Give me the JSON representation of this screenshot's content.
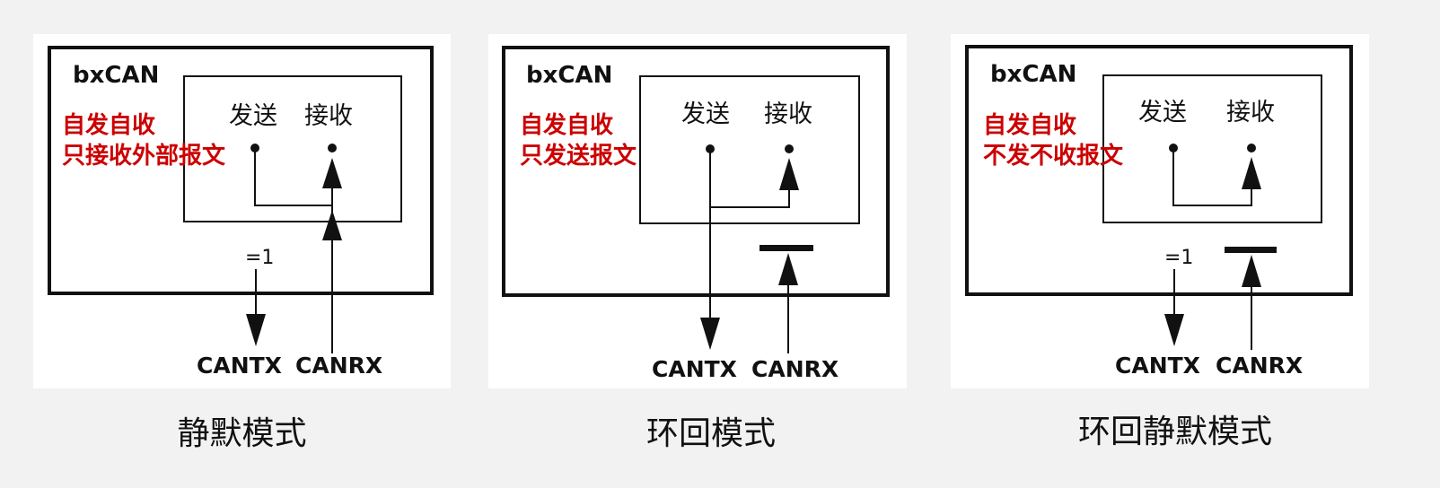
{
  "panels": [
    {
      "title": "bxCAN",
      "note_line1": "自发自收",
      "note_line2": "只接收外部报文",
      "send_label": "发送",
      "recv_label": "接收",
      "gate_label": "=1",
      "tx_label": "CANTX",
      "rx_label": "CANRX",
      "caption": "静默模式"
    },
    {
      "title": "bxCAN",
      "note_line1": "自发自收",
      "note_line2": "只发送报文",
      "send_label": "发送",
      "recv_label": "接收",
      "tx_label": "CANTX",
      "rx_label": "CANRX",
      "caption": "环回模式"
    },
    {
      "title": "bxCAN",
      "note_line1": "自发自收",
      "note_line2": "不发不收报文",
      "send_label": "发送",
      "recv_label": "接收",
      "gate_label": "=1",
      "tx_label": "CANTX",
      "rx_label": "CANRX",
      "caption": "环回静默模式"
    }
  ],
  "colors": {
    "note_text": "#cc0000",
    "line": "#111111",
    "panel_bg": "#ffffff",
    "page_bg": "#f2f2f2"
  }
}
